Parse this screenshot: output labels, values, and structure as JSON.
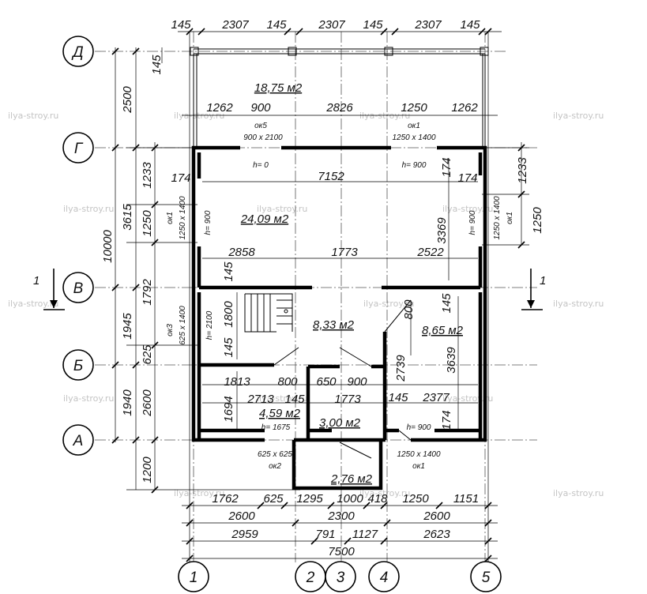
{
  "watermark": "ilya-stroy.ru",
  "axes": {
    "vertical": [
      "Д",
      "Г",
      "В",
      "Б",
      "А"
    ],
    "horizontal": [
      "1",
      "2",
      "3",
      "4",
      "5"
    ]
  },
  "section_mark": "1",
  "top_dims": [
    "145",
    "2307",
    "145",
    "2307",
    "145",
    "2307",
    "145"
  ],
  "terrace_dims": [
    "1262",
    "900",
    "2826",
    "1250",
    "1262"
  ],
  "right_dims": [
    "1233",
    "1250"
  ],
  "left_dims_inner": [
    "145",
    "1233",
    "1250",
    "1792",
    "625",
    "2600",
    "1200"
  ],
  "left_dims_outer": [
    "2500",
    "3615",
    "1945",
    "1940"
  ],
  "left_total": "10000",
  "bottom_row1": [
    "1762",
    "625",
    "1295",
    "1000",
    "418",
    "1250",
    "1151"
  ],
  "bottom_row2": [
    "2600",
    "2300",
    "2600"
  ],
  "bottom_row3": [
    "2959",
    "791",
    "1127",
    "2623"
  ],
  "bottom_total": "7500",
  "rooms": {
    "terrace": "18,75 м2",
    "living": "24,09 м2",
    "hall": "8,33 м2",
    "right_room": "8,65 м2",
    "bath": "4,59 м2",
    "wc": "3,00 м2",
    "entrance": "2,76 м2"
  },
  "interior_dims": {
    "living_width": "7152",
    "living_left_174": "174",
    "living_right_174": "174",
    "living_height": "3369",
    "d2858": "2858",
    "d1773a": "1773",
    "d2522": "2522",
    "d145a": "145",
    "d1800": "1800",
    "d145b": "145",
    "d800a": "800",
    "d145c": "145",
    "d2739": "2739",
    "d3639": "3639",
    "d1813": "1813",
    "d800b": "800",
    "d650": "650",
    "d900": "900",
    "d2713": "2713",
    "d145d": "145",
    "d1773b": "1773",
    "d145e": "145",
    "d2377": "2377",
    "d1694": "1694",
    "d174c": "174"
  },
  "openings": {
    "ok5_label": "ок5",
    "ok5_size": "900 х 2100",
    "ok1_top_label": "ок1",
    "ok1_top_size": "1250 х 1400",
    "h0": "h= 0",
    "h900_top": "h= 900",
    "ok1_left_label": "ок1",
    "ok1_left_size": "1250 х 1400",
    "h900_left": "h= 900",
    "ok1_right_label": "ок1",
    "ok1_right_size": "1250 х 1400",
    "h900_right": "h= 900",
    "ok3_label": "ок3",
    "ok3_size": "625 х 1400",
    "h2100": "h= 2100",
    "h1675": "h= 1675",
    "ok2_size": "625 х 625",
    "ok2_label": "ок2",
    "h900_bottom": "h= 900",
    "ok1_bottom_size": "1250 х 1400",
    "ok1_bottom_label": "ок1"
  }
}
